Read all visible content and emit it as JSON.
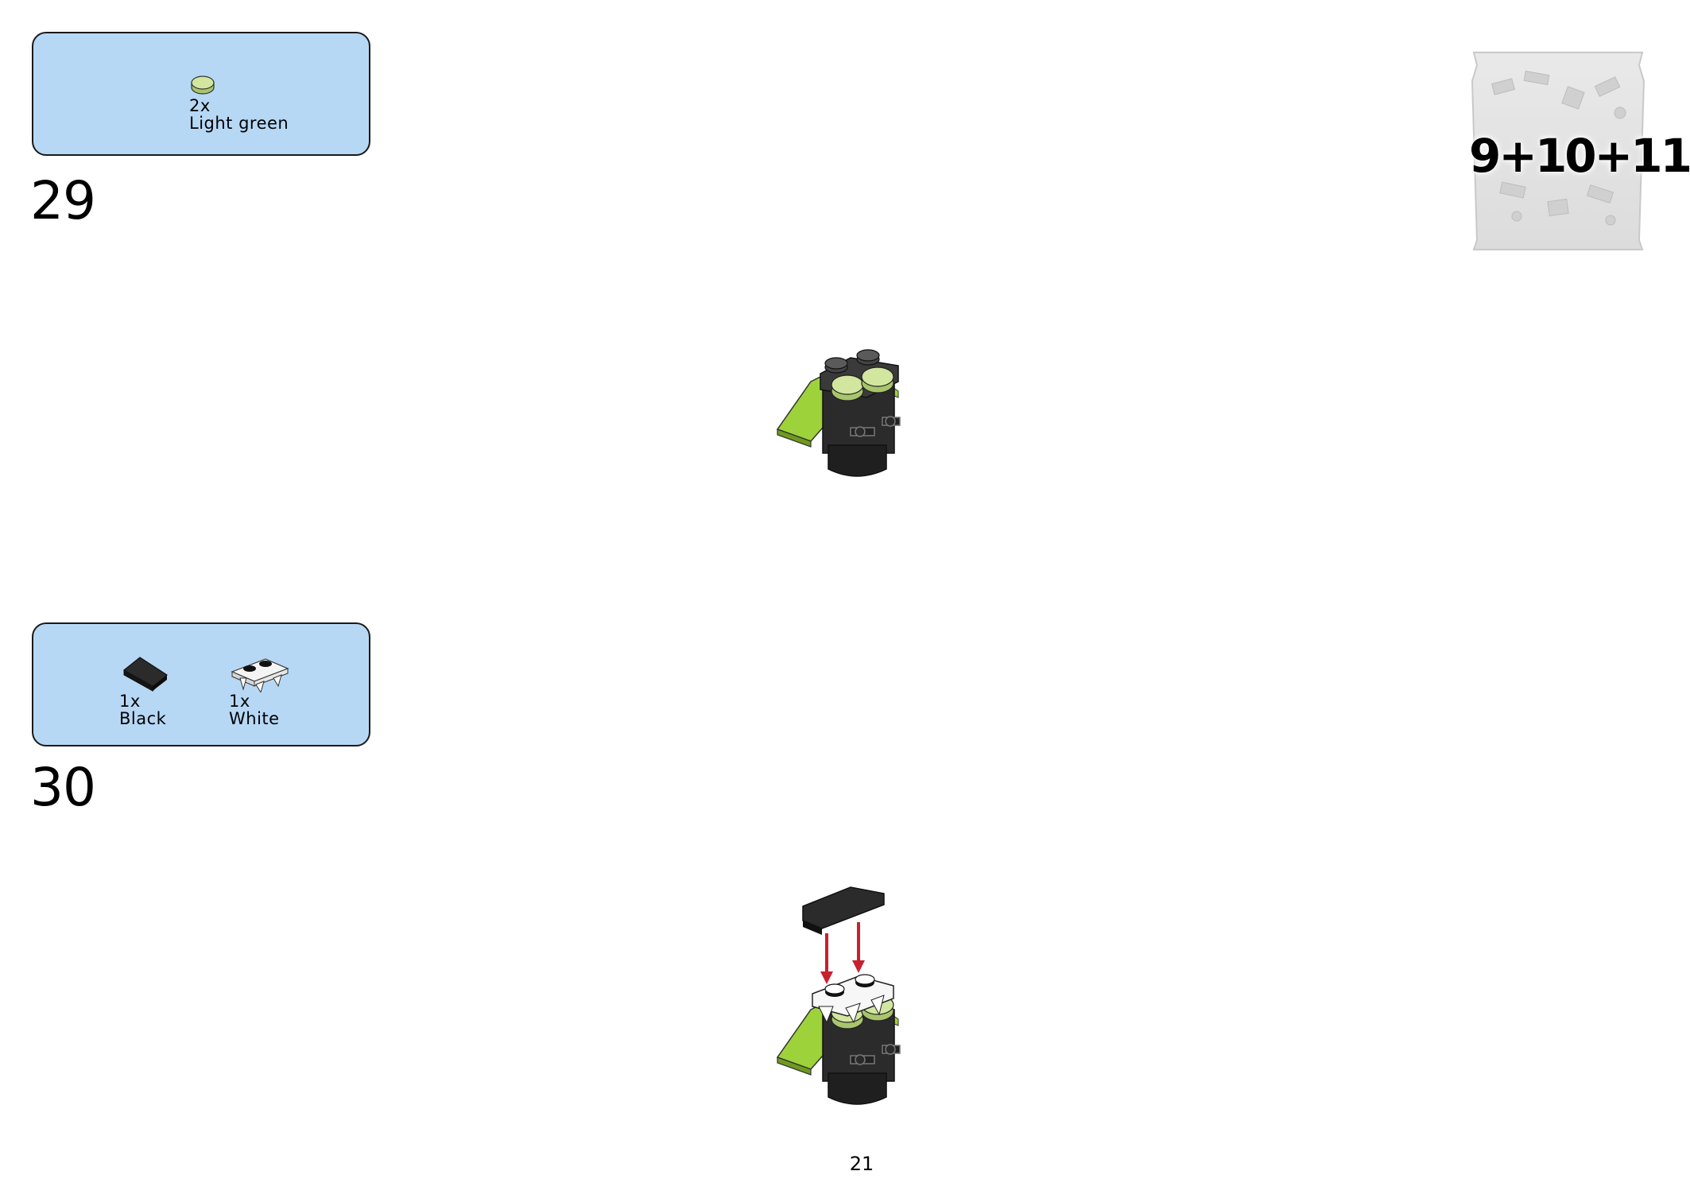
{
  "steps": [
    {
      "number": "29",
      "parts": [
        {
          "qty": "2x",
          "color": "Light green",
          "icon": "round-tile-1x1-icon"
        }
      ]
    },
    {
      "number": "30",
      "parts": [
        {
          "qty": "1x",
          "color": "Black",
          "icon": "slope-2x1-icon"
        },
        {
          "qty": "1x",
          "color": "White",
          "icon": "plate-with-teeth-icon"
        }
      ]
    }
  ],
  "bag": {
    "label": "9+10+11",
    "icon": "parts-bag-icon"
  },
  "page_number": "21",
  "colors": {
    "parts_box": "#b6d8f5",
    "light_green": "#c9e38a",
    "lime": "#9ed23a",
    "black_brick": "#2b2b2b",
    "arrow_red": "#c8202e"
  }
}
